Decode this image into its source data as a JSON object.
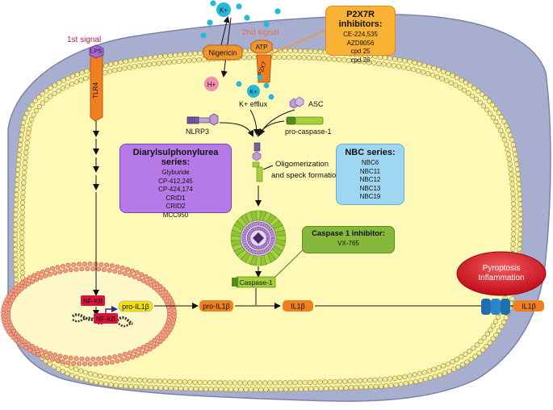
{
  "signals": {
    "first": "1st signal",
    "second": "2nd signal"
  },
  "receptors": {
    "lps": "LPS",
    "tlr4": "TLR4",
    "p2x7": "P2X7",
    "atp": "ATP",
    "nigericin": "Nigericin"
  },
  "ions": {
    "k": "K+",
    "h": "H+",
    "k_efflux": "K+ efflux"
  },
  "inflammasome": {
    "asc": "ASC",
    "nlrp3": "NLRP3",
    "pro_caspase": "pro-caspase-1",
    "oligomerization": [
      "Oligomerization",
      "and speck formation"
    ],
    "caspase1": "Caspase-1"
  },
  "nucleus": {
    "nfkb": "NF-KB",
    "nfkb2": "NF-KB",
    "pro_il1b_nuc": "pro-IL1β"
  },
  "cytokines": {
    "pro_il1b": "pro-IL1β",
    "il1b": "IL1β",
    "il1b_out": "IL1β"
  },
  "pyroptosis": [
    "Pyroptosis",
    "Inflammation"
  ],
  "boxes": {
    "p2x7_inhibitors": {
      "title": "P2X7R inhibitors:",
      "items": [
        "CE-224,535",
        "AZD9056",
        "cpd 25",
        "cpd 26"
      ]
    },
    "diarylsulphonylurea": {
      "title": "Diarylsulphonylurea series:",
      "items": [
        "Glyburide",
        "CP-412,245",
        "CP-424,174",
        "CRID1",
        "CRID2",
        "MCC950"
      ]
    },
    "nbc": {
      "title": "NBC series:",
      "items": [
        "NBC6",
        "NBC11",
        "NBC12",
        "NBC13",
        "NBC19"
      ]
    },
    "caspase_inhibitor": {
      "title": "Caspase 1 inhibitor:",
      "items": [
        "VX-765"
      ]
    }
  },
  "colors": {
    "cytoplasm": "#fff9b8",
    "membrane_bead": "#f3ea9a",
    "outer_cell": "#a8aed0",
    "nucleus_membrane": "#f59a80",
    "protein_orange": "#f07f1f",
    "nfkb_red": "#d8153c",
    "pyroptosis_red": "#d81b2a",
    "k_ion": "#25b9d9",
    "h_ion": "#f08fb0",
    "signal_label": "#b31d45",
    "second_signal_label": "#e8704a"
  }
}
